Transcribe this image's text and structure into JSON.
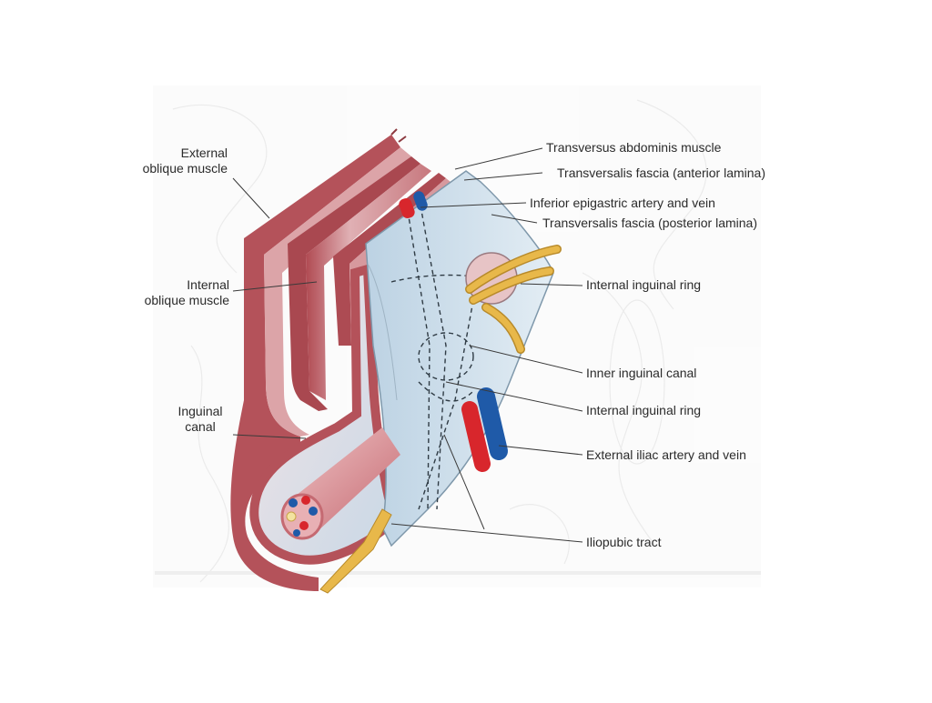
{
  "labels": {
    "external_oblique": [
      "External",
      "oblique muscle"
    ],
    "internal_oblique": [
      "Internal",
      "oblique muscle"
    ],
    "inguinal_canal": [
      "Inguinal",
      "canal"
    ],
    "transversus_abdominis": "Transversus abdominis muscle",
    "transversalis_fascia_anterior": "Transversalis  fascia (anterior lamina)",
    "inferior_epigastric": "Inferior epigastric artery and vein",
    "transversalis_fascia_posterior": "Transversalis fascia (posterior lamina)",
    "internal_inguinal_ring_1": "Internal inguinal ring",
    "inner_inguinal_canal": "Inner inguinal canal",
    "internal_inguinal_ring_2": "Internal inguinal ring",
    "external_iliac": "External iliac artery and vein",
    "iliopubic_tract": "Iliopubic tract"
  },
  "colors": {
    "muscle": "#b4525a",
    "muscle_light": "#dca4a8",
    "fascia": "#c9dbe8",
    "fascia_edge": "#7f98ab",
    "artery": "#d8262c",
    "vein": "#1f5aa8",
    "cord": "#e8b84a",
    "leader": "#3a3a3a"
  }
}
